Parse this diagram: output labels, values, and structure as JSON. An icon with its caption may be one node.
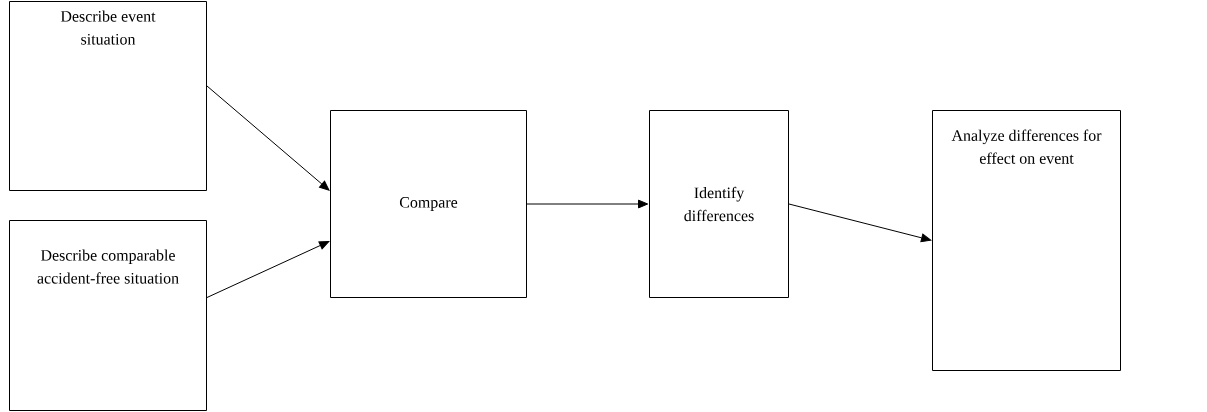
{
  "diagram": {
    "nodes": [
      {
        "text": [
          "Describe event situation"
        ]
      },
      {
        "text": [
          "Describe comparable accident-free situation"
        ]
      },
      {
        "text": [
          "Compare"
        ]
      },
      {
        "text": [
          "Identify differences"
        ]
      },
      {
        "text": [
          "Analyze differences for effect on event"
        ]
      }
    ],
    "edges": [
      {
        "from": 0,
        "to": 2,
        "arrow": "to"
      },
      {
        "from": 1,
        "to": 2,
        "arrow": "to"
      },
      {
        "from": 2,
        "to": 3,
        "arrow": "to"
      },
      {
        "from": 3,
        "to": 4,
        "arrow": "to"
      }
    ]
  }
}
